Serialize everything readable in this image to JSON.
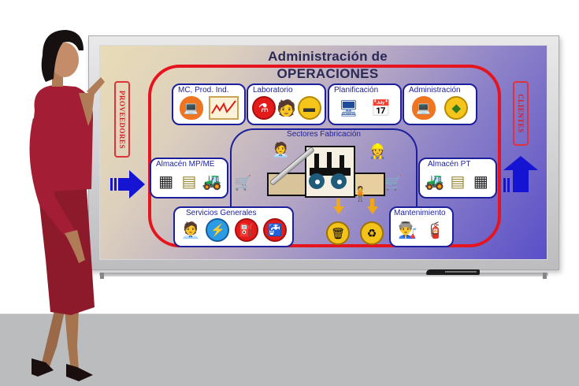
{
  "title": {
    "line1": "Administración de",
    "line2": "OPERACIONES"
  },
  "side_labels": {
    "left": "PROVEEDORES",
    "right": "CLIENTES"
  },
  "top_modules": [
    {
      "label": "MC, Prod. Ind.",
      "icons": [
        "worker-at-computer-icon",
        "line-chart-icon"
      ]
    },
    {
      "label": "Laboratorio",
      "icons": [
        "beaker-icon",
        "scientist-icon",
        "test-tube-icon"
      ]
    },
    {
      "label": "Planificación",
      "icons": [
        "person-at-computer-icon",
        "calendar-icon"
      ]
    },
    {
      "label": "Administración",
      "icons": [
        "worker-at-computer-icon",
        "map-icon"
      ]
    }
  ],
  "center": {
    "label": "Sectores Fabricación",
    "icons": [
      "supervisor-icon",
      "factory-icon",
      "gears-icon",
      "engineer-with-plans-icon",
      "workers-photo-icon",
      "packing-photo-icon",
      "handtruck-worker-icon"
    ]
  },
  "left_module": {
    "label": "Almacén MP/ME",
    "icons": [
      "warehouse-icon",
      "pallet-icon",
      "forklift-icon"
    ]
  },
  "right_module": {
    "label": "Almacén PT",
    "icons": [
      "forklift-icon",
      "pallet-icon",
      "warehouse-icon"
    ]
  },
  "bottom_modules": [
    {
      "label": "Servicios Generales",
      "icons": [
        "supervisor-icon",
        "electricity-tower-icon",
        "fuel-pump-icon",
        "water-tap-icon"
      ]
    },
    {
      "label": "Mantenimiento",
      "icons": [
        "welder-icon",
        "firefighter-icon"
      ]
    }
  ],
  "waste_outputs": [
    "trash-bin-icon",
    "recycle-bin-icon"
  ],
  "colors": {
    "loop_red": "#e5141e",
    "module_blue": "#1c1f9b",
    "title_navy": "#2b2a57",
    "arrow_blue": "#1414d2",
    "floor_gray": "#bbbcbe"
  }
}
